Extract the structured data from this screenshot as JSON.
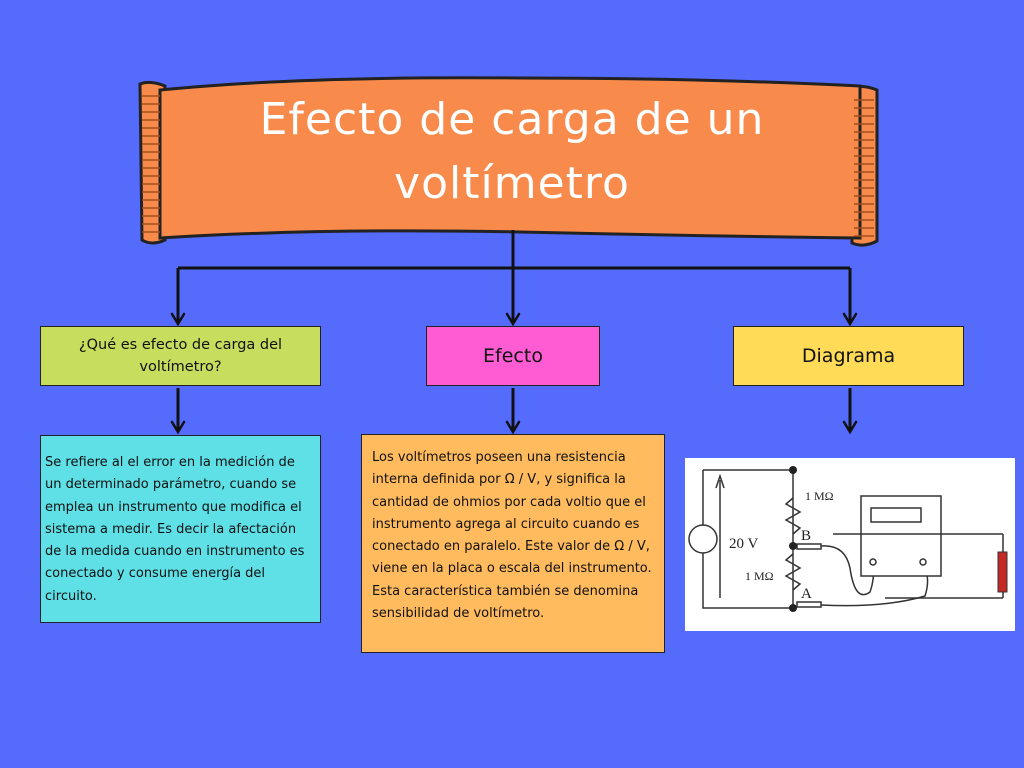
{
  "title": {
    "line1": "Efecto de carga de un",
    "line2": "voltímetro"
  },
  "nodes": {
    "que_es": "¿Qué es efecto de carga del voltímetro?",
    "efecto": "Efecto",
    "diagrama": "Diagrama"
  },
  "details": {
    "definicion": "Se refiere al el error en la medición de un determinado parámetro, cuando se emplea un instrumento que modifica el sistema a medir. Es decir la afectación de la medida cuando en instrumento es conectado y consume energía del circuito.",
    "efecto": "Los voltímetros poseen una resistencia interna definida por Ω / V, y significa la cantidad de ohmios por cada voltio que el instrumento agrega al circuito cuando es conectado en paralelo. Este valor de Ω / V, viene en la placa o escala del instrumento. Esta característica también se denomina sensibilidad de voltímetro."
  },
  "circuit": {
    "source_label": "20 V",
    "r_top_label": "1 MΩ",
    "r_bottom_label": "1 MΩ",
    "node_b": "B",
    "node_a": "A"
  },
  "colors": {
    "background": "#546bfc",
    "banner": "#f88a4b",
    "box_que_es": "#c7dd5e",
    "box_efecto": "#ff5bd3",
    "box_diagrama": "#ffdb57",
    "detail_definicion": "#5ee0e6",
    "detail_efecto": "#ffbb5e"
  }
}
